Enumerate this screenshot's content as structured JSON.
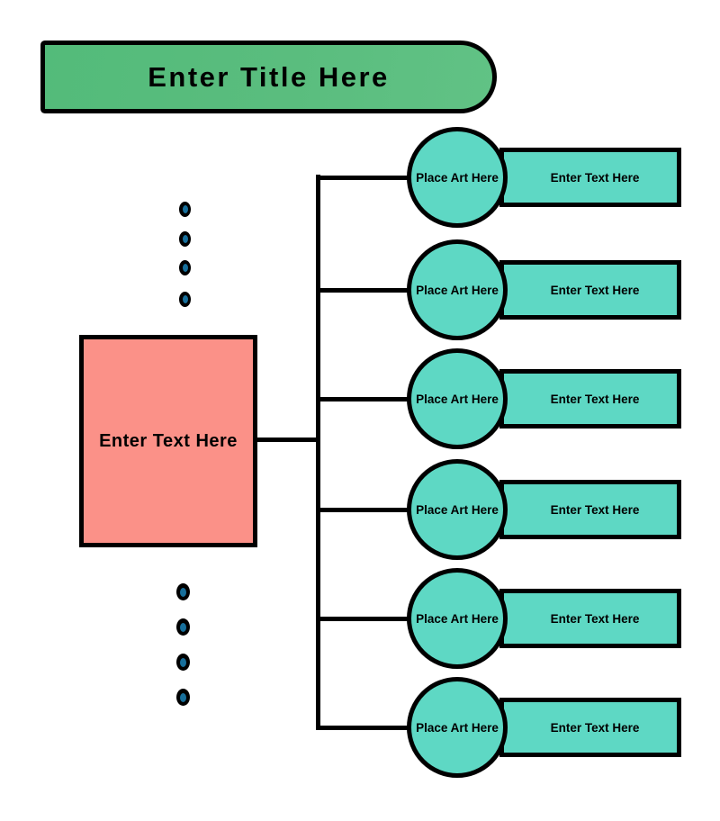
{
  "title_banner": {
    "label": "Enter Title Here"
  },
  "center_box": {
    "label": "Enter Text Here"
  },
  "rows": [
    {
      "circle_label": "Place Art Here",
      "bar_label": "Enter Text Here"
    },
    {
      "circle_label": "Place Art Here",
      "bar_label": "Enter Text Here"
    },
    {
      "circle_label": "Place Art Here",
      "bar_label": "Enter Text Here"
    },
    {
      "circle_label": "Place Art Here",
      "bar_label": "Enter Text Here"
    },
    {
      "circle_label": "Place Art Here",
      "bar_label": "Enter Text Here"
    },
    {
      "circle_label": "Place Art Here",
      "bar_label": "Enter Text Here"
    }
  ],
  "ellipsis": {
    "top_dot_count": 4,
    "bottom_dot_count": 4
  },
  "colors": {
    "banner_green": "#58bd7e",
    "node_teal": "#5ed8c4",
    "center_salmon": "#fb9188",
    "outline_black": "#000000",
    "dot_core_blue": "#176f9b",
    "background": "#ffffff"
  }
}
